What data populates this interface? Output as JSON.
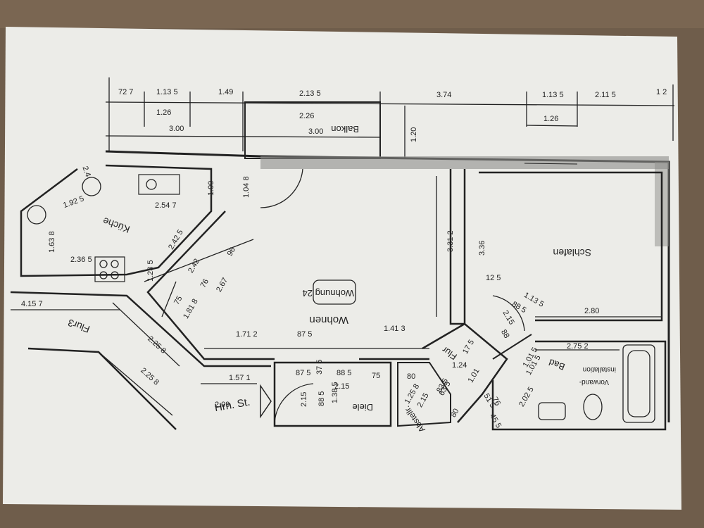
{
  "colors": {
    "table": "#6f5d4b",
    "paper": "#eeeeea",
    "ink": "#222222",
    "wall_shadow": "#8e8e8a"
  },
  "plan": {
    "unit_label": "Wohnung 24",
    "rooms": {
      "wohnen": "Wohnen",
      "schlafen": "Schlafen",
      "kueche": "Küche",
      "balkon": "Balkon",
      "flur_left": "Flur3",
      "diele": "Diele",
      "abstellr": "Abstellr.",
      "flur_right": "Flur",
      "bad": "Bad",
      "vorwand": "Vorwand-",
      "installation": "installation"
    },
    "handwriting": "Hrn. St."
  },
  "dims": {
    "top_row1": [
      "72 7",
      "1.13 5",
      "1.49",
      "2.13 5",
      "3.74",
      "1.13 5",
      "2.11 5",
      "1 2"
    ],
    "top_row2": [
      "1.26",
      "2.26",
      "1.26"
    ],
    "top_row3": [
      "3.00",
      "3.00"
    ],
    "balkon_depth": "1.20",
    "kitchen": [
      "2.4",
      "1.92 5",
      "2.54 7",
      "1.00",
      "1.04 8",
      "1.63 8",
      "2.36 5",
      "1.23 5",
      "2.42 5"
    ],
    "wohnen": [
      "96",
      "2.42",
      "76",
      "2.67",
      "75",
      "1.81 8",
      "1.71 2",
      "87 5",
      "1.41 3",
      "3.31 2",
      "3.36"
    ],
    "schlafen": [
      "12 5",
      "1.13 5",
      "88 5",
      "2.80",
      "2.15",
      "1.01 5",
      "88"
    ],
    "flur_left": [
      "4.15 7",
      "2.25 8",
      "2.25 8",
      "1.57 1",
      "2.09"
    ],
    "diele": [
      "87 5",
      "37 5",
      "88 5",
      "2.15",
      "75",
      "1.38 5",
      "2.15",
      "88 5"
    ],
    "abstell": [
      "80",
      "1.25 8",
      "2.15",
      "83 5",
      "80"
    ],
    "flur_right": [
      "1.24",
      "1.01",
      "17 5",
      "51 5",
      "63 5"
    ],
    "bad": [
      "2.75 2",
      "1.01 5",
      "2.02 5",
      "76",
      "45 5"
    ]
  }
}
